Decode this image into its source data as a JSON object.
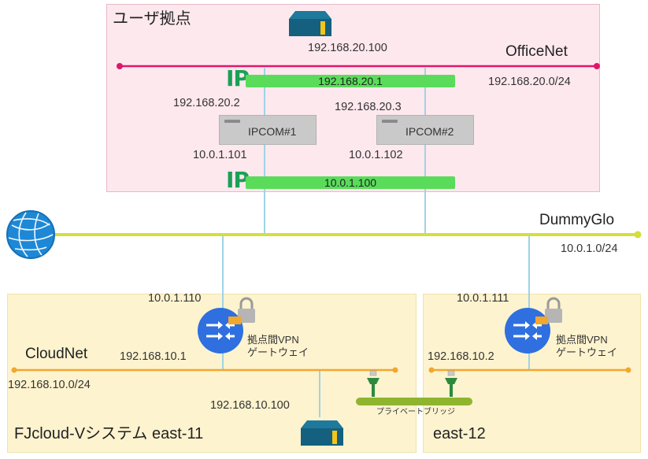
{
  "zones": {
    "user_site": "ユーザ拠点",
    "fjcloud_east11": "FJcloud-Vシステム east-11",
    "east12": "east-12"
  },
  "networks": {
    "officenet": {
      "name": "OfficeNet",
      "cidr": "192.168.20.0/24"
    },
    "dummyglo": {
      "name": "DummyGlo",
      "cidr": "10.0.1.0/24"
    },
    "cloudnet": {
      "name": "CloudNet",
      "cidr": "192.168.10.0/24"
    }
  },
  "office_server_ip": "192.168.20.100",
  "vip_labels": {
    "office_vip": "192.168.20.1",
    "global_vip": "10.0.1.100",
    "ip_logo": "IP"
  },
  "ipcom": [
    {
      "label": "IPCOM#1",
      "lan_ip": "192.168.20.2",
      "wan_ip": "10.0.1.101"
    },
    {
      "label": "IPCOM#2",
      "lan_ip": "192.168.20.3",
      "wan_ip": "10.0.1.102"
    }
  ],
  "vpn_gateways": [
    {
      "label_line1": "拠点間VPN",
      "label_line2": "ゲートウェイ",
      "wan_ip": "10.0.1.110",
      "lan_ip": "192.168.10.1"
    },
    {
      "label_line1": "拠点間VPN",
      "label_line2": "ゲートウェイ",
      "wan_ip": "10.0.1.111",
      "lan_ip": "192.168.10.2"
    }
  ],
  "cloud_server_ip": "192.168.10.100",
  "private_bridge_label": "プライベートブリッジ",
  "colors": {
    "user_zone_bg": "#fde8ee",
    "user_zone_border": "#e8b8c8",
    "cloud_zone_bg": "#fdf3cf",
    "officenet_line": "#e0166a",
    "dummyglo_line": "#d4df3a",
    "cloudnet_line": "#f2a72d",
    "vip_bar": "#5adc5a",
    "connector": "#9fd3e6",
    "vpn_router": "#2f6fe0",
    "server": "#14607e",
    "ip_logo": "#1aa157",
    "bridge": "#8fb52f"
  }
}
